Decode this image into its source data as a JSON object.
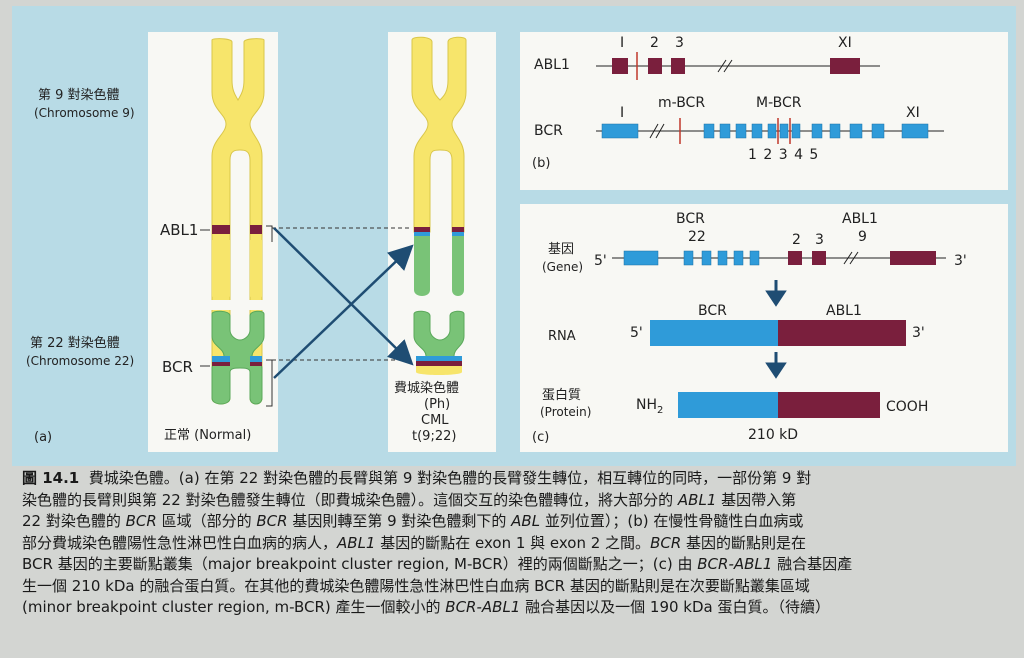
{
  "panel_a": {
    "chr9_label_zh": "第 9 對染色體",
    "chr9_label_en": "(Chromosome 9)",
    "chr22_label_zh": "第 22 對染色體",
    "chr22_label_en": "(Chromosome 22)",
    "abl1": "ABL1",
    "bcr": "BCR",
    "normal": "正常 (Normal)",
    "ph_zh": "費城染色體",
    "ph": "(Ph)",
    "cml": "CML",
    "t922": "t(9;22)",
    "tag": "(a)"
  },
  "panel_b": {
    "abl1": "ABL1",
    "bcr": "BCR",
    "tag": "(b)",
    "ex_I": "I",
    "ex_2": "2",
    "ex_3": "3",
    "ex_XI": "XI",
    "mbcr": "m-BCR",
    "Mbcr": "M-BCR",
    "bcr_I": "I",
    "bcr_XI": "XI",
    "numbers": "1 2 3 4 5"
  },
  "panel_c": {
    "tag": "(c)",
    "bcr": "BCR",
    "n22": "22",
    "abl1": "ABL1",
    "n9": "9",
    "ex2": "2",
    "ex3": "3",
    "gene_zh": "基因",
    "gene_en": "(Gene)",
    "five": "5'",
    "three": "3'",
    "rna_bcr": "BCR",
    "rna_abl1": "ABL1",
    "rna": "RNA",
    "protein_zh": "蛋白質",
    "protein_en": "(Protein)",
    "nh": "NH",
    "nh_sub": "2",
    "cooh": "COOH",
    "kd": "210 kD"
  },
  "caption": {
    "fig": "圖 14.1",
    "l1": "費城染色體。(a) 在第 22 對染色體的長臂與第 9 對染色體的長臂發生轉位，相互轉位的同時，一部份第 9 對",
    "l2a": "染色體的長臂則與第 22 對染色體發生轉位（即費城染色體）。這個交互的染色體轉位，將大部分的 ",
    "l2b": "ABL1",
    "l2c": " 基因帶入第",
    "l3a": "22 對染色體的 ",
    "l3b": "BCR",
    "l3c": " 區域（部分的 ",
    "l3d": "BCR",
    "l3e": " 基因則轉至第 9 對染色體剩下的 ",
    "l3f": "ABL",
    "l3g": " 並列位置）；(b) 在慢性骨髓性白血病或",
    "l4a": "部分費城染色體陽性急性淋巴性白血病的病人，",
    "l4b": "ABL1",
    "l4c": " 基因的斷點在 exon 1 與 exon 2 之間。",
    "l4d": "BCR",
    "l4e": " 基因的斷點則是在",
    "l5a": "BCR 基因的主要斷點叢集（major breakpoint cluster region, M-BCR）裡的兩個斷點之一；(c) 由 ",
    "l5b": "BCR-ABL1",
    "l5c": " 融合基因產",
    "l6": "生一個 210 kDa 的融合蛋白質。在其他的費城染色體陽性急性淋巴性白血病 BCR 基因的斷點則是在次要斷點叢集區域",
    "l7a": "(minor breakpoint cluster region, m-BCR) 產生一個較小的 ",
    "l7b": "BCR-ABL1",
    "l7c": " 融合基因以及一個 190 kDa 蛋白質。（待續）"
  },
  "colors": {
    "yellow": "#f7e56b",
    "green": "#79c377",
    "blue": "#2f9bd9",
    "maroon": "#7a1f3d",
    "navy": "#1f4d73",
    "panel": "#b8dbe6"
  }
}
